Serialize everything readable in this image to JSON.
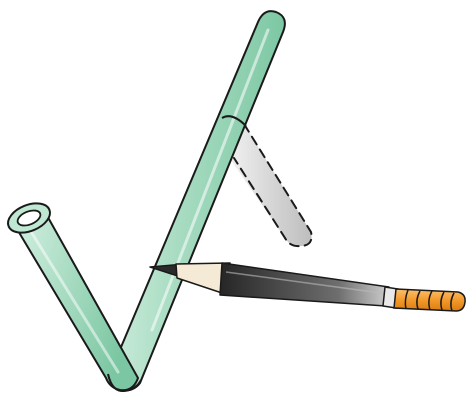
{
  "illustration": {
    "subject": "bent-tube-and-pencil",
    "elements": [
      "tube-long-arm",
      "tube-short-arm",
      "tube-open-end",
      "tube-bend",
      "dashed-ghost-arm",
      "pencil-body",
      "pencil-tip",
      "pencil-eraser"
    ]
  },
  "colors": {
    "tube_fill_light": "#d4f0e2",
    "tube_fill_mid": "#a8dcc2",
    "tube_fill_dark": "#7cc7a3",
    "outline": "#1a1a1a",
    "ghost_fill": "#d9d9d9",
    "pencil_dark": "#2b2b2b",
    "pencil_mid": "#8a8a8a",
    "pencil_light": "#e6e6e6",
    "wood": "#f5ead6",
    "eraser_orange": "#f39a2b",
    "eraser_band": "#d97c10"
  }
}
